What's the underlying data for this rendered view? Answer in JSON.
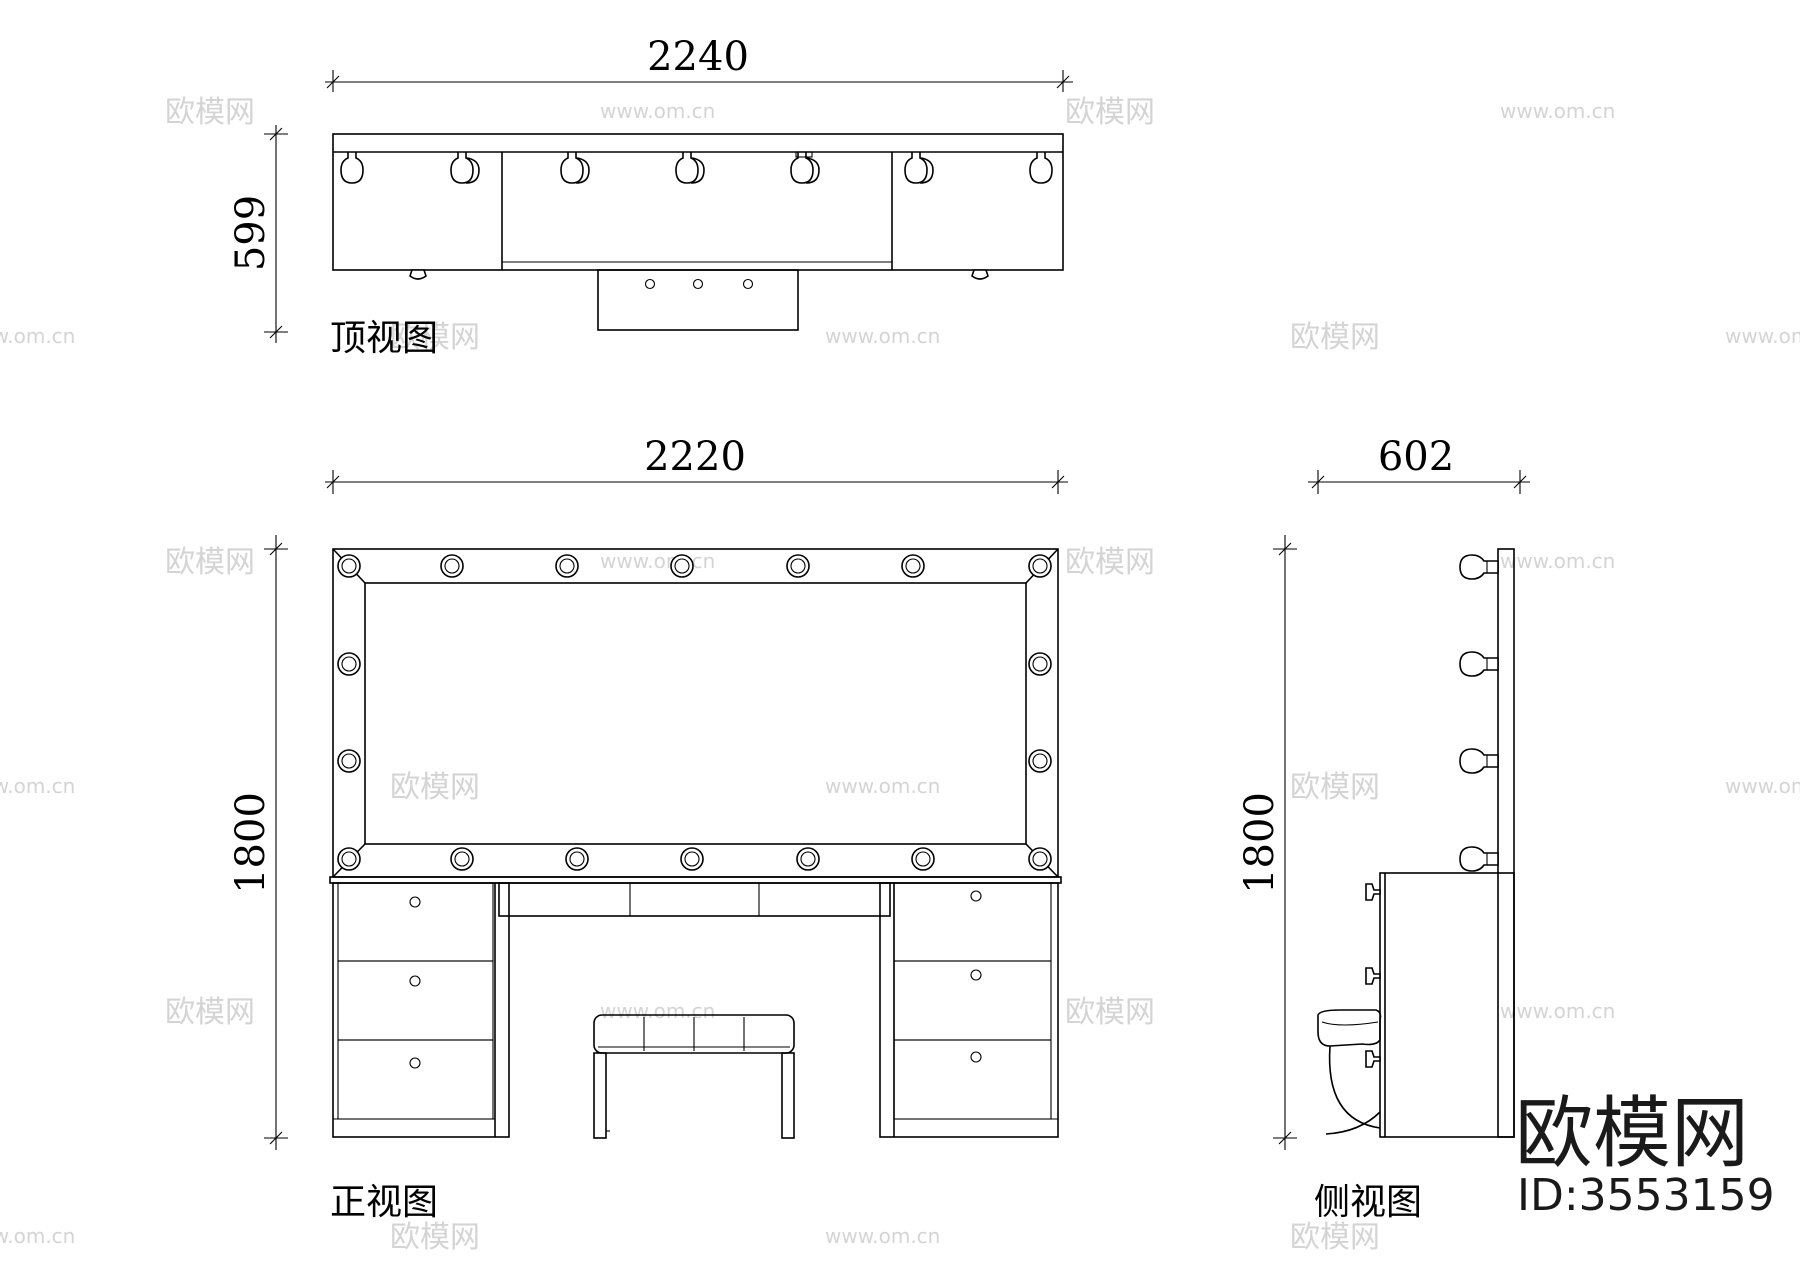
{
  "views": {
    "top": {
      "label": "顶视图",
      "width_dim": "2240",
      "depth_dim": "599"
    },
    "front": {
      "label": "正视图",
      "width_dim": "2220",
      "height_dim": "1800"
    },
    "side": {
      "label": "侧视图",
      "width_dim": "602",
      "height_dim": "1800"
    }
  },
  "watermark": {
    "brand": "欧模网",
    "url": "www.om.cn",
    "id_text": "ID:3553159"
  }
}
